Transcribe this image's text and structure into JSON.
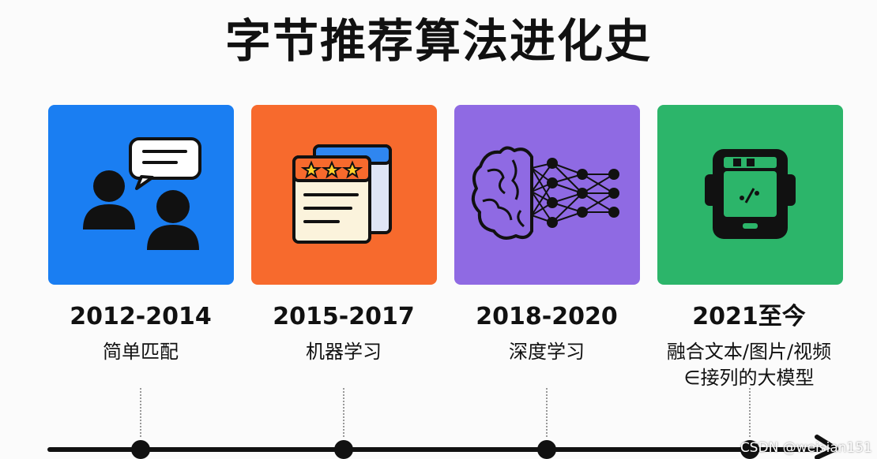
{
  "title": "字节推荐算法进化史",
  "eras": [
    {
      "year": "2012-2014",
      "desc": "简单匹配",
      "color": "#1a7ef2",
      "icon": "users-chat-icon"
    },
    {
      "year": "2015-2017",
      "desc": "机器学习",
      "color": "#f76a2d",
      "icon": "rating-cards-icon"
    },
    {
      "year": "2018-2020",
      "desc": "深度学习",
      "color": "#8f6ae3",
      "icon": "brain-network-icon"
    },
    {
      "year": "2021至今",
      "desc": "融合文本/图片/视频\n∈接列的大模型",
      "color": "#2cb56a",
      "icon": "chip-device-icon"
    }
  ],
  "watermark": "CSDN @weisian151"
}
